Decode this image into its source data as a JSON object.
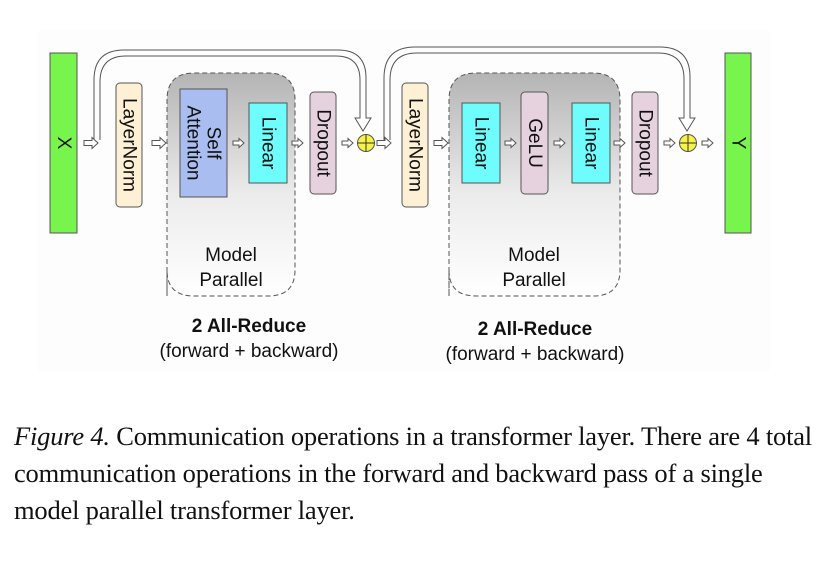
{
  "diagram": {
    "input_label": "X",
    "output_label": "Y",
    "colors": {
      "io": "#77f54c",
      "layernorm": "#fdf0d4",
      "attention": "#a9bdf0",
      "linear": "#6efcfc",
      "dropout_gelu": "#e6d2de",
      "add": "#f7f24a",
      "model_parallel_top": "#b4b4b4",
      "model_parallel_bottom": "#ffffff"
    },
    "block1": {
      "layernorm": "LayerNorm",
      "attention_line1": "Self",
      "attention_line2": "Attention",
      "linear": "Linear",
      "dropout": "Dropout",
      "region_line1": "Model",
      "region_line2": "Parallel",
      "comm_title": "2 All-Reduce",
      "comm_sub": "(forward + backward)"
    },
    "block2": {
      "layernorm": "LayerNorm",
      "linear1": "Linear",
      "gelu": "GeLU",
      "linear2": "Linear",
      "dropout": "Dropout",
      "region_line1": "Model",
      "region_line2": "Parallel",
      "comm_title": "2 All-Reduce",
      "comm_sub": "(forward + backward)"
    }
  },
  "caption": {
    "label": "Figure 4.",
    "text": " Communication operations in a transformer layer. There are 4 total communication operations in the forward and backward pass of a single model parallel transformer layer."
  }
}
